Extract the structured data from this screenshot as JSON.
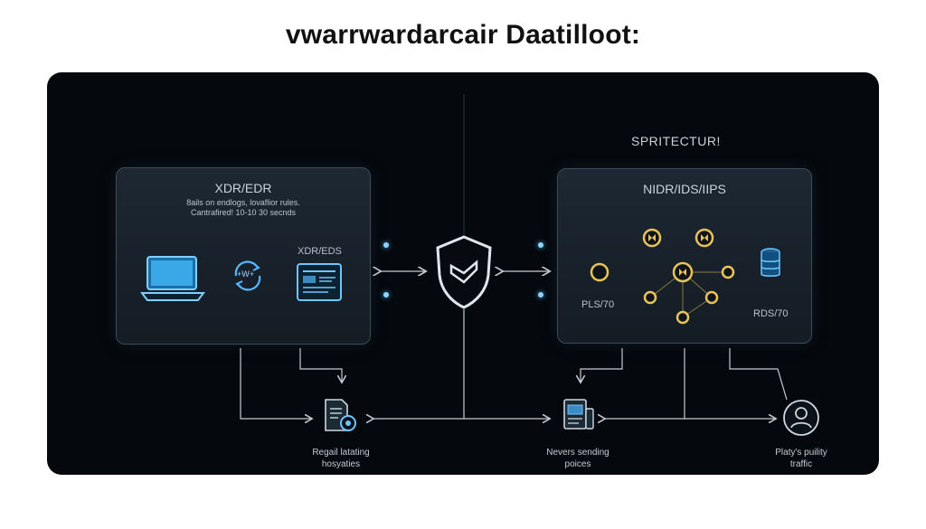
{
  "title": "vwarrwardarcair Daatilloot:",
  "left_panel": {
    "title": "XDR/EDR",
    "subtitle_line1": "8ails on endlogs, lovaflior rules.",
    "subtitle_line2": "Cantrafired! 10-10 30 secnds",
    "sync_icon_label": "+W+",
    "device_label": "XDR/EDS"
  },
  "right_section_label": "SPRITECTUR!",
  "right_panel": {
    "title": "NIDR/IDS/IIPS",
    "left_label": "PLS/70",
    "right_label": "RDS/70"
  },
  "bottom": {
    "left_line1": "Regail latating",
    "left_line2": "hosyaties",
    "mid_line1": "Nevers sending",
    "mid_line2": "poices",
    "right_line1": "Platy's puility",
    "right_line2": "traffic"
  },
  "colors": {
    "background": "#05080c",
    "accent_blue": "#4fb8ff",
    "accent_gold": "#e8c35a",
    "line": "#c6ccd2"
  },
  "icons": [
    "laptop-icon",
    "sync-icon",
    "dashboard-icon",
    "shield-icon",
    "document-icon",
    "report-icon",
    "database-icon",
    "user-icon"
  ]
}
